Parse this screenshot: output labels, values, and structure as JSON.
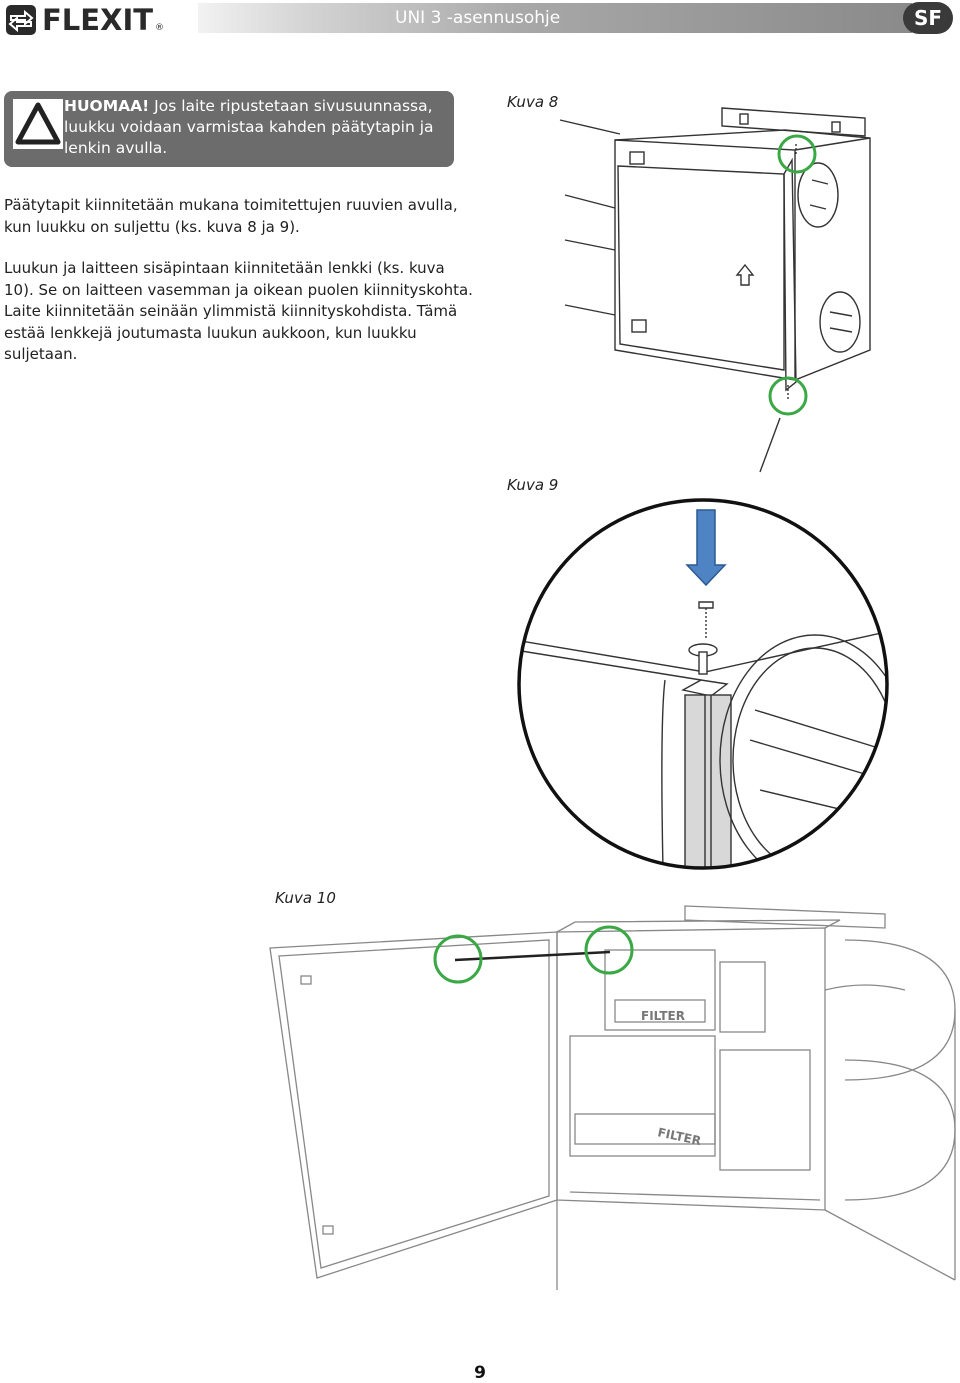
{
  "header": {
    "logo_text": "FLEXIT",
    "logo_reg": "®",
    "title": "UNI 3 -asennusohje",
    "lang_badge": "SF"
  },
  "warning": {
    "label": "HUOMAA!",
    "text": " Jos laite ripustetaan sivusuunnassa, luukku voidaan varmistaa kahden päätytapin ja lenkin avulla."
  },
  "paragraphs": [
    "Päätytapit kiinnitetään mukana toimitettujen ruuvien avulla, kun luukku on suljettu (ks. kuva 8 ja 9).",
    "Luukun ja laitteen sisäpintaan kiinnitetään lenkki (ks. kuva 10). Se on laitteen vasemman ja oikean puolen kiinnityskohta. Laite kiinnitetään seinään ylimmistä kiinnityskohdista. Tämä estää lenkkejä joutumasta luukun aukkoon, kun luukku suljetaan."
  ],
  "figures": {
    "fig8_caption": "Kuva 8",
    "fig9_caption": "Kuva 9",
    "fig10_caption": "Kuva 10",
    "filter_label": "FILTER"
  },
  "colors": {
    "highlight_ring": "#3aa845",
    "arrow_blue": "#4f84c4",
    "warning_bg": "#6c6c6c"
  },
  "page_number": "9"
}
